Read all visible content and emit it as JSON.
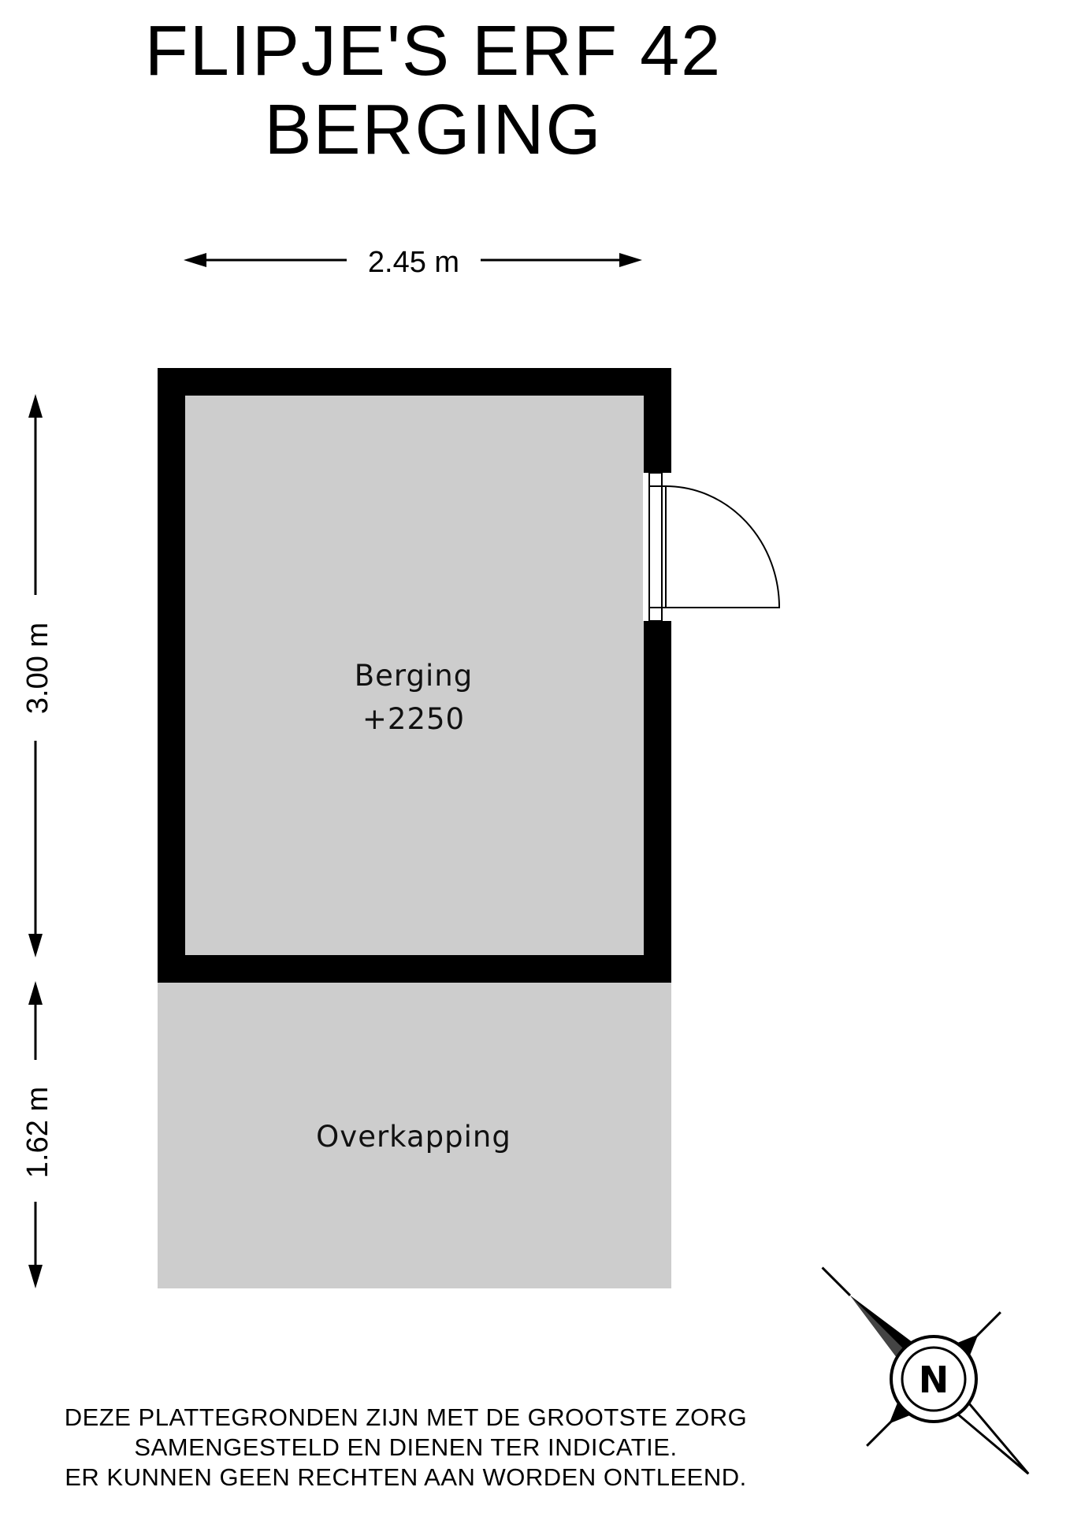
{
  "header": {
    "address": "FLIPJE'S ERF 42",
    "subtitle": "BERGING"
  },
  "dimensions": {
    "width": "2.45 m",
    "height_room": "3.00 m",
    "height_canopy": "1.62 m"
  },
  "rooms": [
    {
      "name": "Berging",
      "level": "+2250"
    },
    {
      "name": "Overkapping"
    }
  ],
  "compass": {
    "letter": "N"
  },
  "disclaimer": [
    "DEZE PLATTEGRONDEN ZIJN MET DE GROOTSTE ZORG",
    "SAMENGESTELD EN DIENEN TER INDICATIE.",
    "ER KUNNEN GEEN RECHTEN AAN WORDEN ONTLEEND."
  ],
  "colors": {
    "wall": "#000000",
    "floor": "#cdcdcd",
    "canopy": "#cdcdcd"
  }
}
